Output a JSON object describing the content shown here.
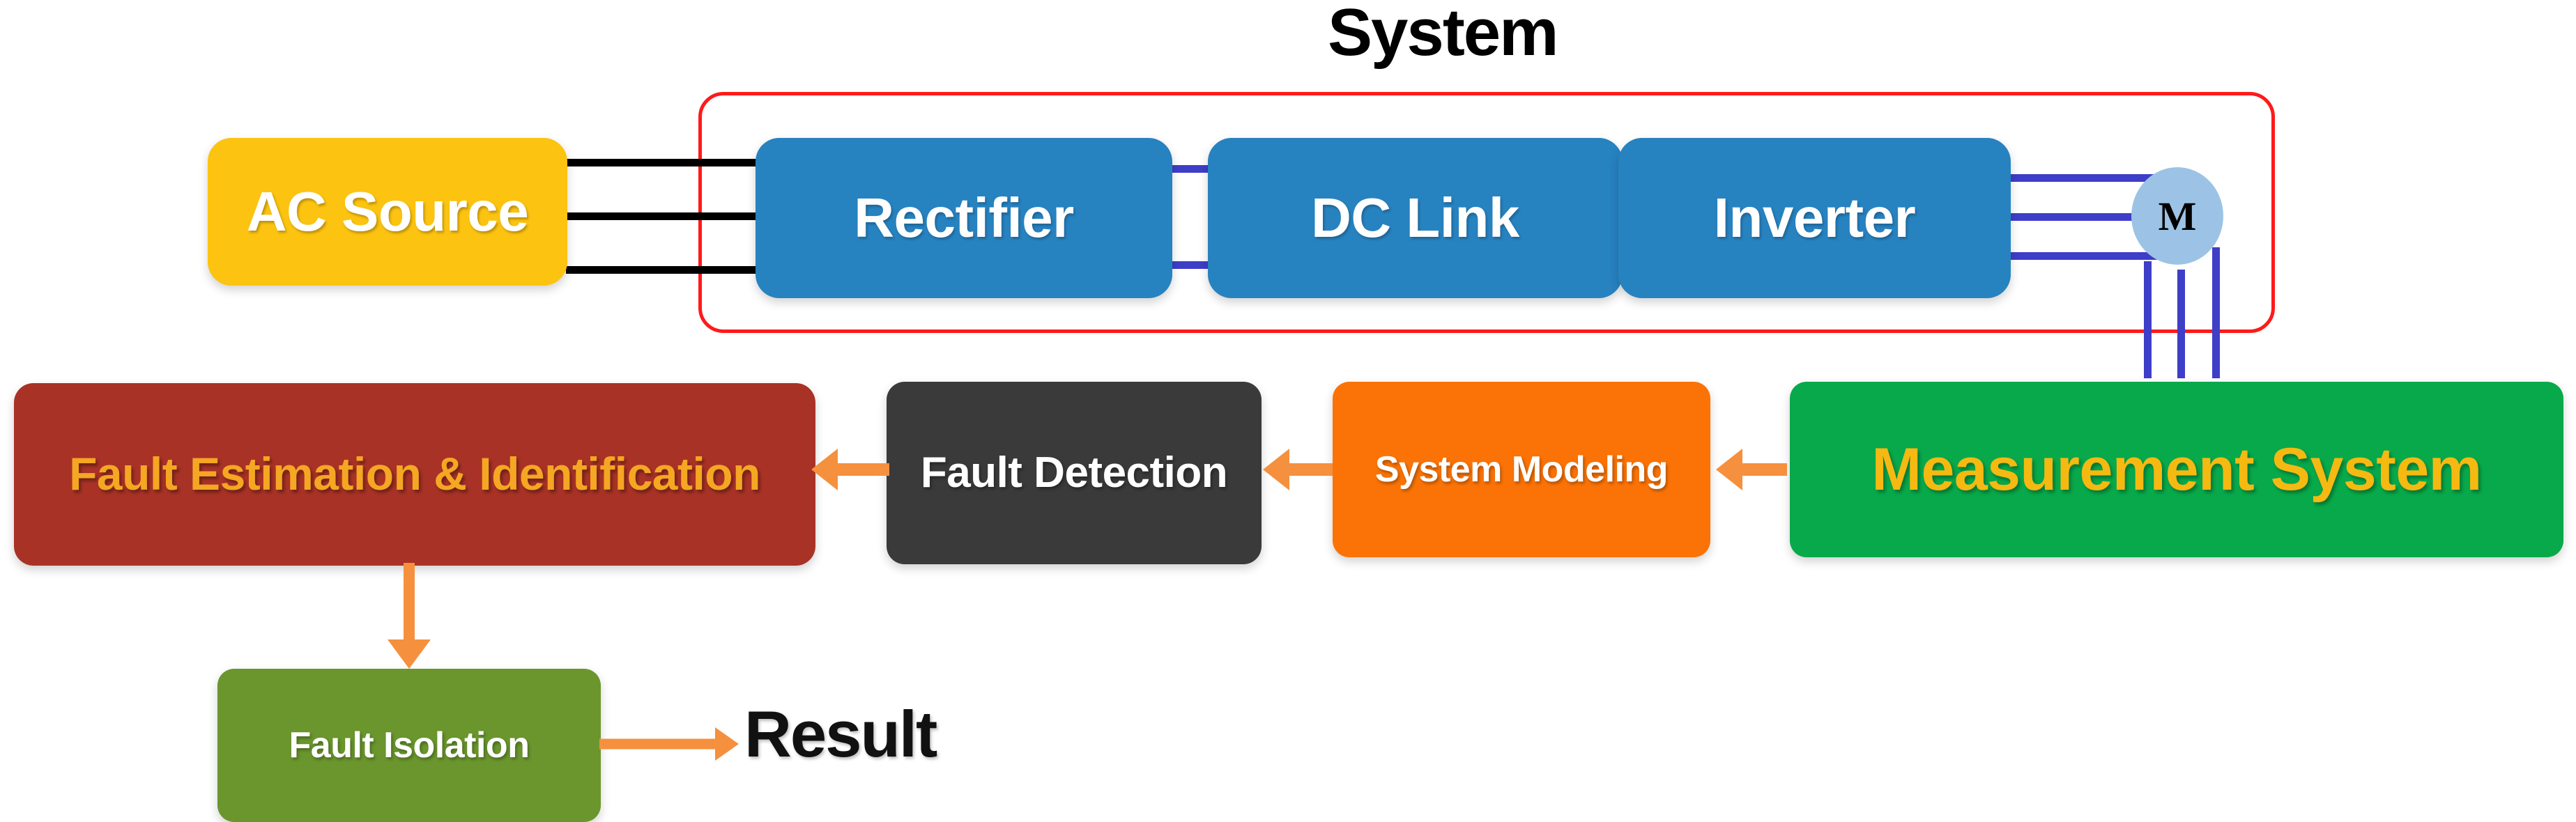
{
  "diagram": {
    "title": "System",
    "power_stage": {
      "ac_source": "AC Source",
      "rectifier": "Rectifier",
      "dc_link": "DC Link",
      "inverter": "Inverter",
      "motor": "M"
    },
    "diagnosis_chain": {
      "measurement_system": "Measurement System",
      "system_modeling": "System Modeling",
      "fault_detection": "Fault Detection",
      "fault_estimation": "Fault Estimation & Identification",
      "fault_isolation": "Fault Isolation",
      "result": "Result"
    },
    "colors": {
      "ac_source_fill": "#FCC310",
      "converter_fill": "#2782C0",
      "motor_fill": "#9CC3E5",
      "system_frame_stroke": "#FF1A1A",
      "measurement_fill": "#08A94A",
      "measurement_text": "#F5B912",
      "modeling_fill": "#FB7306",
      "detection_fill": "#3A3A3A",
      "estimation_fill": "#A93226",
      "estimation_text": "#F5A623",
      "isolation_fill": "#6A962D",
      "arrow_color": "#F5903E",
      "ac_wire_color": "#000000",
      "dc_wire_color": "#3E3EC8",
      "result_text": "#111111"
    }
  }
}
